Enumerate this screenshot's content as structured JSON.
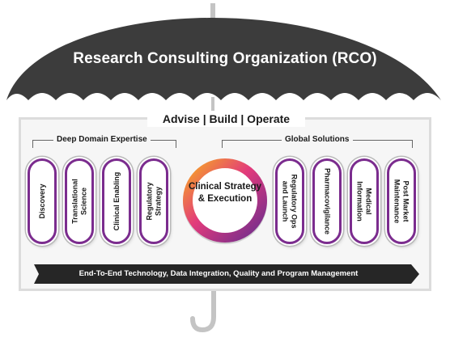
{
  "canopy": {
    "title": "Research Consulting Organization (RCO)"
  },
  "tagline": "Advise | Build | Operate",
  "groups": {
    "left": "Deep Domain Expertise",
    "right": "Global Solutions"
  },
  "left_pills": [
    {
      "label": "Discovery"
    },
    {
      "label": "Translational Science"
    },
    {
      "label": "Clinical Enabling"
    },
    {
      "label": "Regulatory Strategy"
    }
  ],
  "right_pills": [
    {
      "label": "Regulatory Ops and Launch"
    },
    {
      "label": "Pharmacovigilance"
    },
    {
      "label": "Medical Information"
    },
    {
      "label": "Post Market Maintenance"
    }
  ],
  "center": {
    "label": "Clinical Strategy & Execution"
  },
  "banner": {
    "label": "End-To-End Technology, Data Integration, Quality and Program Management"
  },
  "colors": {
    "canopy": "#3c3c3c",
    "pill_border": "#7b2c8e",
    "ring_start": "#f7a823",
    "ring_mid": "#e23a7b",
    "ring_end": "#6b2d8e",
    "banner": "#262626",
    "handle": "#c4c4c4"
  }
}
